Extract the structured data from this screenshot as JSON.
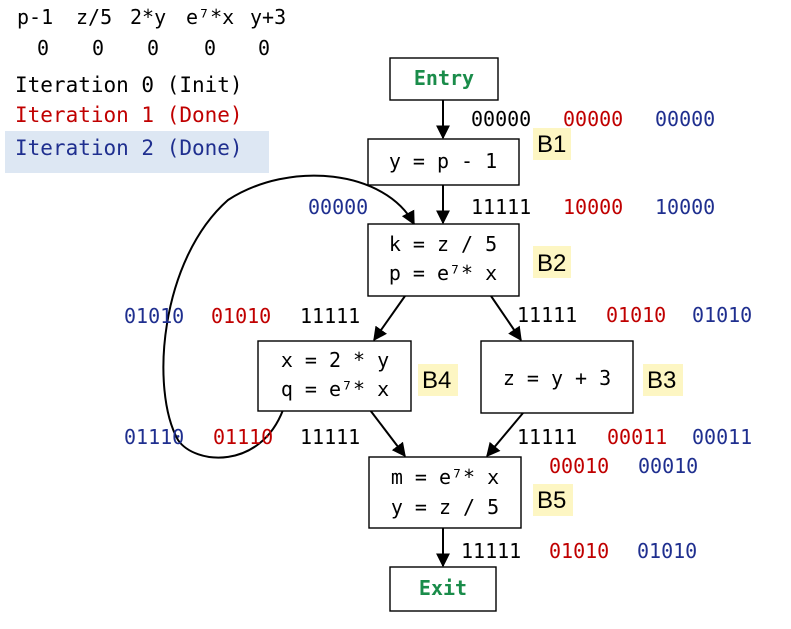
{
  "colors": {
    "iter0": "#000000",
    "iter1": "#c00000",
    "iter2": "#1f2f8f",
    "terminal_text": "#1a8c4a"
  },
  "expressions": [
    "p-1",
    "z/5",
    "2*y",
    "e⁷*x",
    "y+3"
  ],
  "bit_positions": [
    "0",
    "0",
    "0",
    "0",
    "0"
  ],
  "legend": {
    "iter0": "Iteration 0 (Init)",
    "iter1": "Iteration 1 (Done)",
    "iter2": "Iteration 2 (Done)"
  },
  "nodes": {
    "entry": {
      "label": "Entry"
    },
    "exit": {
      "label": "Exit"
    },
    "b1": {
      "tag": "B1",
      "lines": [
        "y = p - 1"
      ]
    },
    "b2": {
      "tag": "B2",
      "lines": [
        "k = z / 5",
        "p = e⁷* x"
      ]
    },
    "b3": {
      "tag": "B3",
      "lines": [
        "z = y + 3"
      ]
    },
    "b4": {
      "tag": "B4",
      "lines": [
        "x = 2 * y",
        "q = e⁷* x"
      ]
    },
    "b5": {
      "tag": "B5",
      "lines": [
        "m = e⁷* x",
        "y = z / 5"
      ]
    }
  },
  "edge_labels": {
    "entry_b1": {
      "iter0": "00000",
      "iter1": "00000",
      "iter2": "00000"
    },
    "b1_b2": {
      "iter0": "11111",
      "iter1": "10000",
      "iter2": "10000"
    },
    "back_b2": {
      "iter2": "00000"
    },
    "b2_b4": {
      "iter2": "01010",
      "iter1": "01010",
      "iter0": "11111"
    },
    "b2_b3": {
      "iter0": "11111",
      "iter1": "01010",
      "iter2": "01010"
    },
    "b4_b5": {
      "iter2": "01110",
      "iter1": "01110",
      "iter0": "11111"
    },
    "b3_b5": {
      "iter0": "11111",
      "iter1": "00011",
      "iter2": "00011"
    },
    "b5_in_extra": {
      "iter1": "00010",
      "iter2": "00010"
    },
    "b5_exit": {
      "iter0": "11111",
      "iter1": "01010",
      "iter2": "01010"
    }
  }
}
